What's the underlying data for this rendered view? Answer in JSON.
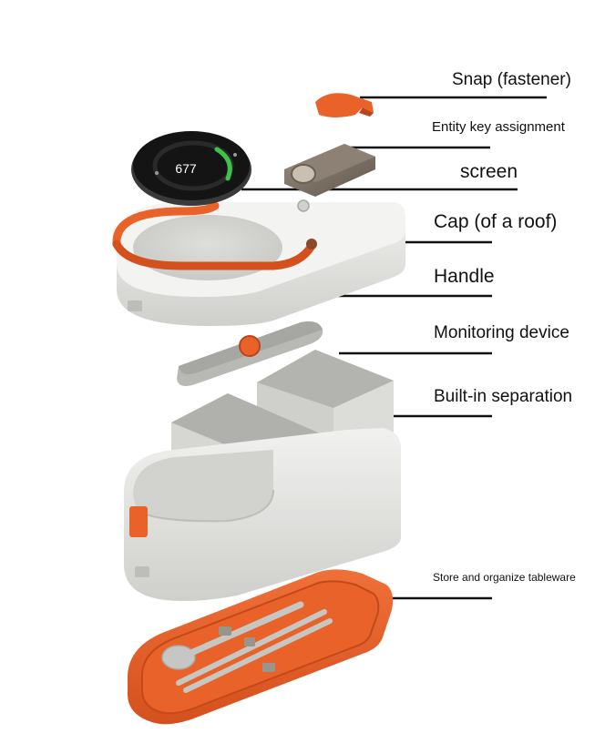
{
  "labels": {
    "snap": "Snap (fastener)",
    "key": "Entity key assignment",
    "screen": "screen",
    "cap": "Cap (of a roof)",
    "handle": "Handle",
    "monitor": "Monitoring device",
    "separation": "Built-in separation",
    "tableware": "Store and organize tableware"
  },
  "display": {
    "value": "677"
  },
  "colors": {
    "accent_orange": "#e8622a",
    "body_gray": "#e6e6e4",
    "screen_black": "#141414",
    "ring_green": "#3ec24a",
    "key_bronze": "#7d7266"
  }
}
